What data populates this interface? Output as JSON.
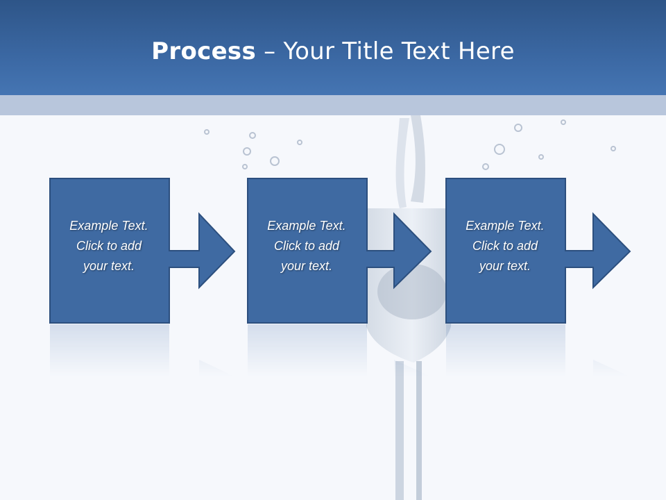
{
  "slide": {
    "title_bold": "Process",
    "title_rest": " – Your Title Text Here"
  },
  "steps": [
    {
      "line1": "Example Text.",
      "line2": "Click  to add",
      "line3": "your text."
    },
    {
      "line1": "Example Text.",
      "line2": "Click  to add",
      "line3": "your text."
    },
    {
      "line1": "Example Text.",
      "line2": "Click  to add",
      "line3": "your text."
    }
  ],
  "colors": {
    "header": "#3b68a3",
    "sub_band": "#b8c6dc",
    "box_fill": "#3f6aa2",
    "box_border": "#2c4f7e",
    "background": "#f6f8fc"
  },
  "icons": {
    "arrow": "right-arrow-icon",
    "background_image": "wine-glass-water-splash"
  }
}
